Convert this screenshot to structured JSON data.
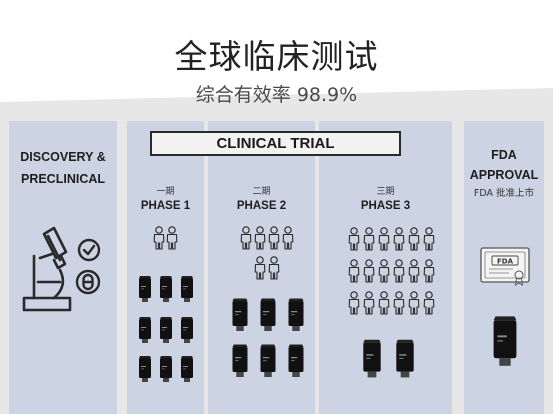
{
  "header": {
    "title": "全球临床测试",
    "subtitle": "综合有效率 98.9%"
  },
  "stages": {
    "discovery": {
      "label_line1": "DISCOVERY &",
      "label_line2": "PRECLINICAL"
    },
    "clinical_trial": {
      "label": "CLINICAL TRIAL"
    },
    "phase1": {
      "label_cn": "一期",
      "label_en": "PHASE 1"
    },
    "phase2": {
      "label_cn": "二期",
      "label_en": "PHASE 2"
    },
    "phase3": {
      "label_cn": "三期",
      "label_en": "PHASE 3"
    },
    "fda": {
      "label_line1": "FDA",
      "label_line2": "APPROVAL",
      "label_cn": "FDA 批准上市"
    }
  },
  "icons": {
    "person": "person-icon",
    "tube": "product-tube-icon",
    "microscope": "microscope-icon",
    "check": "check-circle-icon",
    "capsule": "capsule-circle-icon",
    "certificate": "fda-certificate-icon",
    "certificate_text": "FDA"
  },
  "colors": {
    "panel": "#ccd3e2",
    "ink": "#2a2a2a",
    "tube": "#111111"
  }
}
